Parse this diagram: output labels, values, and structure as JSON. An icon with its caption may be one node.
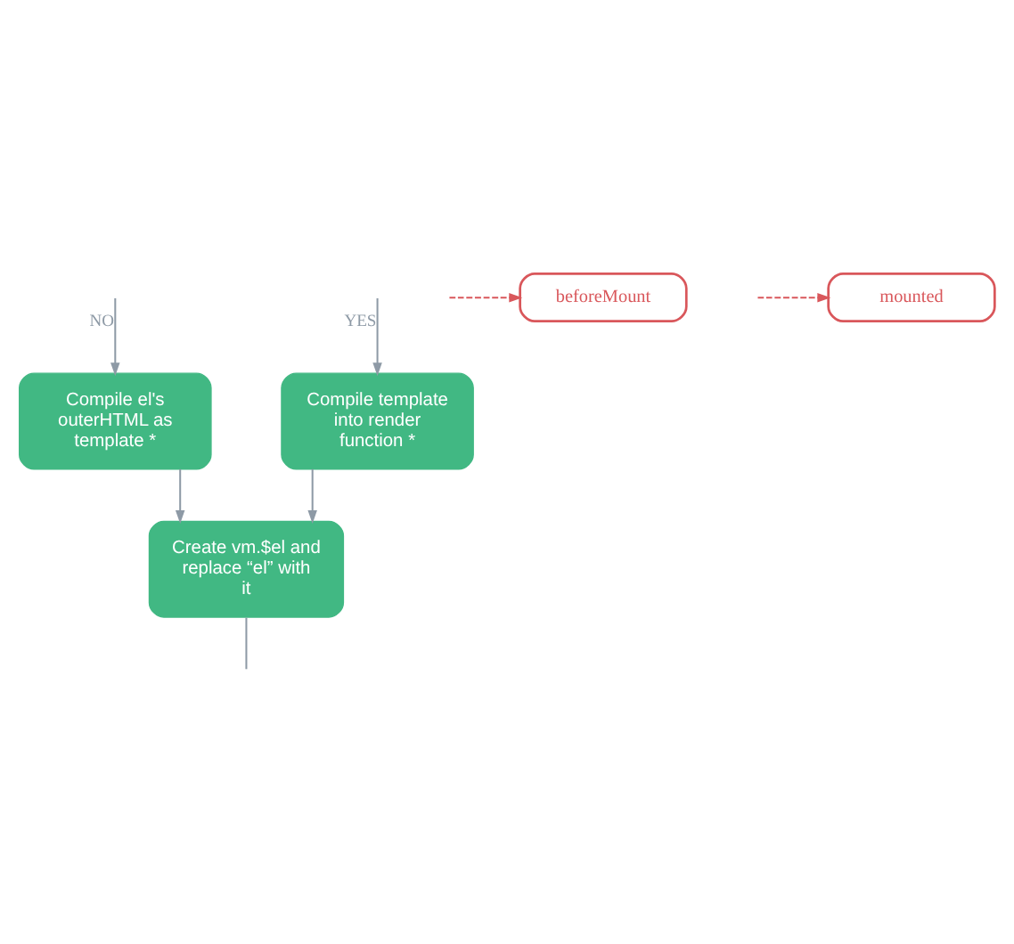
{
  "diagram": {
    "nodes": [
      {
        "text": [
          "Compile template into render function *"
        ]
      },
      {
        "text": [
          "Compile el's outerHTML as template *"
        ]
      },
      {
        "text": [
          "beforeMount"
        ]
      },
      {
        "text": [
          "Create vm.$el and replace “el” with it"
        ]
      },
      {
        "text": [
          "mounted"
        ]
      }
    ],
    "edges": [
      {
        "from": null,
        "to": 0,
        "arrow": "to",
        "label": "YES"
      },
      {
        "from": null,
        "to": 1,
        "arrow": "to",
        "label": "NO"
      },
      {
        "from": 0,
        "to": 3,
        "arrow": "to"
      },
      {
        "from": 1,
        "to": 3,
        "arrow": "to"
      },
      {
        "from": null,
        "to": 2,
        "arrow": "to",
        "style": "dashed",
        "color": "#d9575b"
      },
      {
        "from": null,
        "to": 4,
        "arrow": "to",
        "style": "dashed",
        "color": "#d9575b"
      },
      {
        "from": 3,
        "to": null,
        "arrow": "none"
      }
    ]
  }
}
